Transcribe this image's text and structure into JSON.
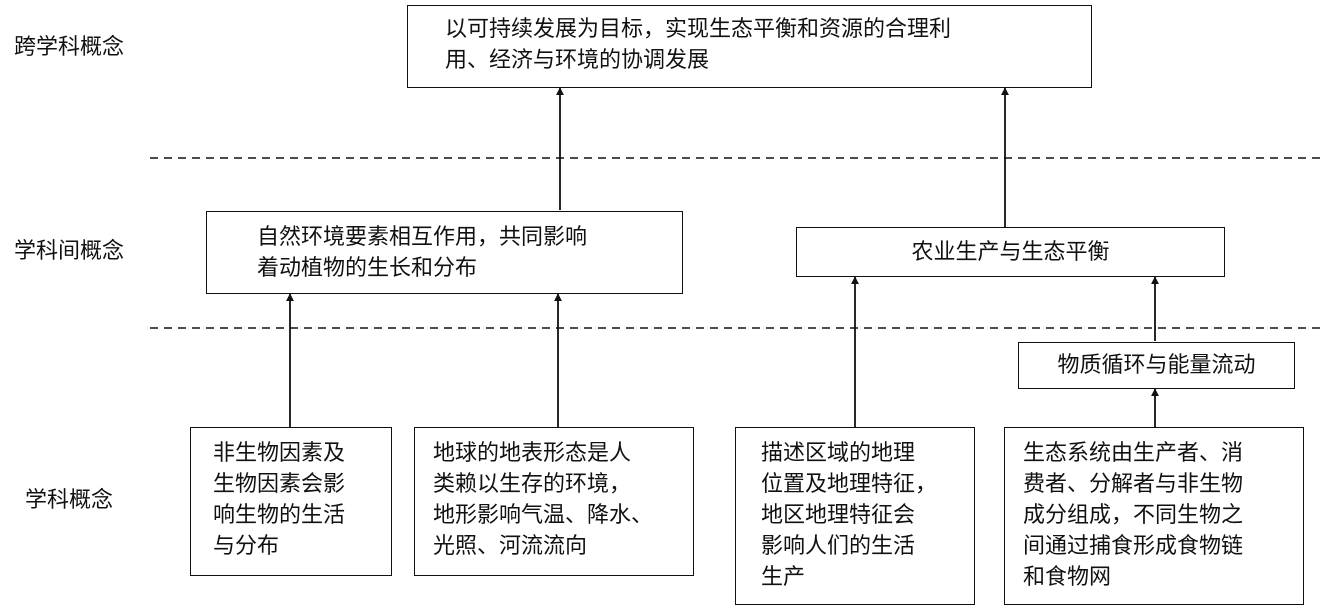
{
  "levels": {
    "cross": "跨学科概念",
    "inter": "学科间概念",
    "discipline": "学科概念"
  },
  "nodes": {
    "top": [
      "以可持续发展为目标，实现生态平衡和资源的合理利",
      "用、经济与环境的协调发展"
    ],
    "natural": [
      "自然环境要素相互作用，共同影响",
      "着动植物的生长和分布"
    ],
    "agri": [
      "农业生产与生态平衡"
    ],
    "cycle": [
      "物质循环与能量流动"
    ],
    "abiotic": [
      "非生物因素及",
      "生物因素会影",
      "响生物的生活",
      "与分布"
    ],
    "landform": [
      "地球的地表形态是人",
      "类赖以生存的环境，",
      "地形影响气温、降水、",
      "光照、河流流向"
    ],
    "region": [
      "描述区域的地理",
      "位置及地理特征，",
      "地区地理特征会",
      "影响人们的生活",
      "生产"
    ],
    "ecosystem": [
      "生态系统由生产者、消",
      "费者、分解者与非生物",
      "成分组成，不同生物之",
      "间通过捕食形成食物链",
      "和食物网"
    ]
  }
}
